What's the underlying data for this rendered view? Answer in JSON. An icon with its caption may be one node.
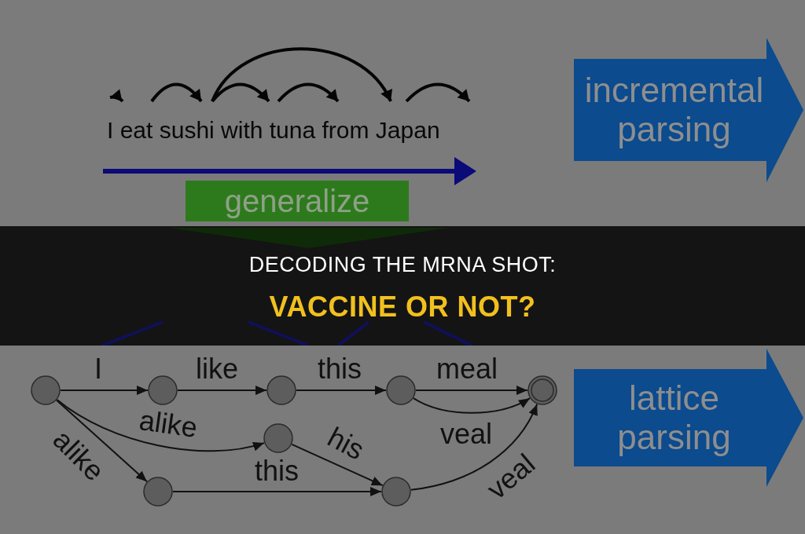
{
  "diagram": {
    "title": "DECODING THE MRNA SHOT: VACCINE OR NOT?",
    "nodes": [
      {
        "text": [
          "incremental parsing"
        ]
      },
      {
        "text": [
          "generalize"
        ]
      },
      {
        "text": [
          "lattice parsing"
        ]
      },
      {
        "text": [],
        "shape": "circle"
      },
      {
        "text": [],
        "shape": "circle"
      },
      {
        "text": [],
        "shape": "circle"
      },
      {
        "text": [],
        "shape": "circle"
      },
      {
        "text": [],
        "shape": "circle"
      },
      {
        "text": [],
        "shape": "circle"
      },
      {
        "text": [],
        "shape": "circle"
      },
      {
        "text": [],
        "shape": "circle"
      }
    ],
    "edges": [
      {
        "from": 3,
        "to": 4,
        "arrow": "to",
        "label": "I"
      },
      {
        "from": 4,
        "to": 5,
        "arrow": "to",
        "label": "like"
      },
      {
        "from": 5,
        "to": 6,
        "arrow": "to",
        "label": "this"
      },
      {
        "from": 6,
        "to": 7,
        "arrow": "to",
        "label": "meal"
      },
      {
        "from": 6,
        "to": 7,
        "arrow": "to",
        "label": "veal"
      },
      {
        "from": 3,
        "to": 8,
        "arrow": "to",
        "label": "alike"
      },
      {
        "from": 3,
        "to": 9,
        "arrow": "to",
        "label": "alike"
      },
      {
        "from": 8,
        "to": 10,
        "arrow": "to",
        "label": "his"
      },
      {
        "from": 9,
        "to": 10,
        "arrow": "to",
        "label": "this"
      },
      {
        "from": 10,
        "to": 7,
        "arrow": "to",
        "label": "veal"
      }
    ],
    "labels": [
      "I eat sushi with tuna from Japan"
    ]
  }
}
